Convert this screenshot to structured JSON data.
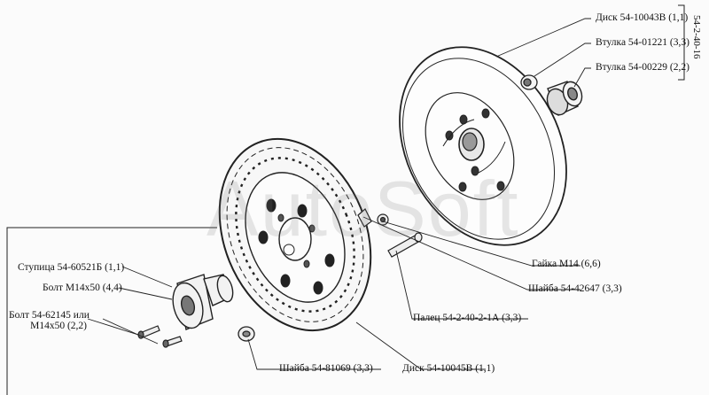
{
  "watermark": "AutoSoft",
  "assembly_code": "54-2-40-16",
  "labels": {
    "disk_top": "Диск 54-10043В (1,1)",
    "bushing_1": "Втулка 54-01221 (3,3)",
    "bushing_2": "Втулка 54-00229 (2,2)",
    "nut": "Гайка М14 (6,6)",
    "washer_1": "Шайба 54-42647 (3,3)",
    "pin": "Палец 54-2-40-2-1А (3,3)",
    "disk_bottom": "Диск 54-10045В (1,1)",
    "washer_2": "Шайба 54-81069 (3,3)",
    "hub": "Ступица 54-60521Б (1,1)",
    "bolt_1": "Болт М14х50 (4,4)",
    "bolt_2_line1": "Болт 54-62145 или",
    "bolt_2_line2": "М14х50 (2,2)"
  }
}
